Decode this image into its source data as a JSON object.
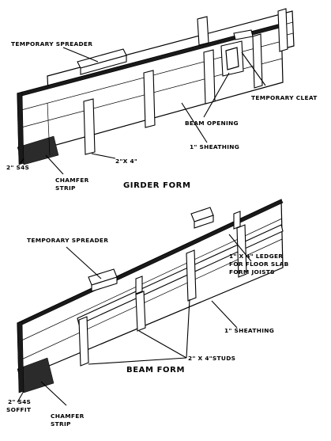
{
  "girder_form": {
    "title": "GIRDER FORM",
    "labels": {
      "temporary_spreader": "TEMPORARY SPREADER",
      "temporary_cleat": "TEMPORARY CLEAT",
      "beam_opening": "BEAM OPENING",
      "sheathing": "1\" SHEATHING",
      "stud": "2\"X 4\"",
      "s4s": "2\" S4S",
      "chamfer_line1": "CHAMFER",
      "chamfer_line2": "STRIP"
    }
  },
  "beam_form": {
    "title": "BEAM FORM",
    "labels": {
      "temporary_spreader": "TEMPORARY SPREADER",
      "ledger_line1": "1\" X 4\" LEDGER",
      "ledger_line2": "FOR FLOOR SLAB",
      "ledger_line3": "FORM JOISTS",
      "sheathing": "1\" SHEATHING",
      "studs": "2\" X 4\"STUDS",
      "s4s_line1": "2\" S4S",
      "s4s_line2": "SOFFIT",
      "chamfer_line1": "CHAMFER",
      "chamfer_line2": "STRIP"
    }
  }
}
